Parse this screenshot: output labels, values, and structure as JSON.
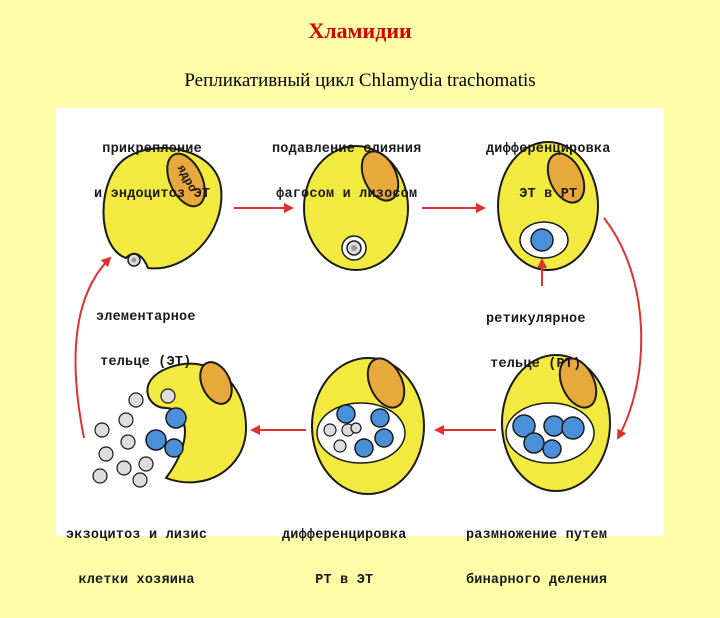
{
  "header": {
    "title": "Хламидии",
    "subtitle": "Репликативный цикл Chlamydia trachomatis"
  },
  "labels": {
    "attach_1": "прикрепление",
    "attach_2": "и эндоцитоз ЭТ",
    "suppress_1": "подавление слияния",
    "suppress_2": "фагосом и лизосом",
    "diff_et_rt_1": "дифференцировка",
    "diff_et_rt_2": "ЭТ в РТ",
    "nucleus": "ядро",
    "eb_1": "элементарное",
    "eb_2": "тельце (ЭТ)",
    "rb_1": "ретикулярное",
    "rb_2": "тельце (РТ)",
    "exo_1": "экзоцитоз и лизис",
    "exo_2": "клетки хозяина",
    "diff_rt_et_1": "дифференцировка",
    "diff_rt_et_2": "РТ в ЭТ",
    "mult_1": "размножение путем",
    "mult_2": "бинарного деления"
  },
  "colors": {
    "cell_fill": "#f2ea3e",
    "nucleus_fill": "#e8a93c",
    "rb_fill": "#4a90d9",
    "arrow": "#e03030",
    "outline": "#1a1a1a"
  }
}
